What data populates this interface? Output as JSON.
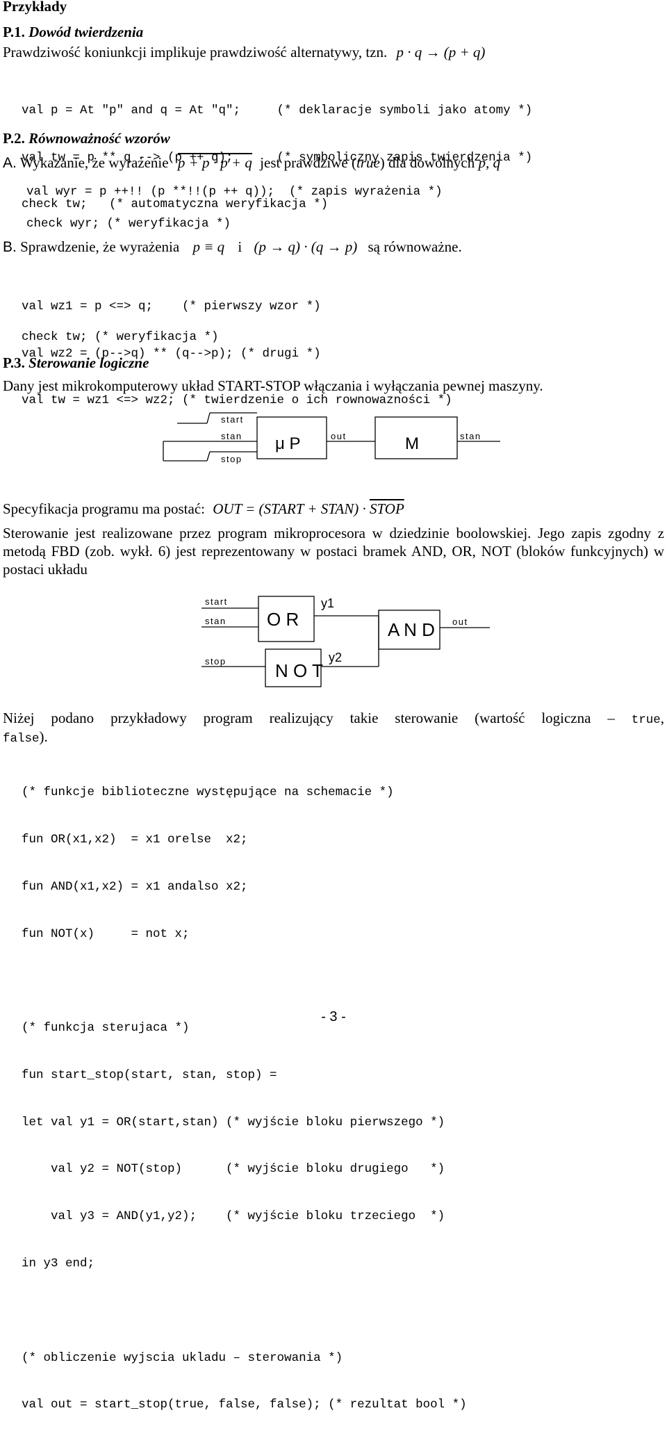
{
  "heading": "Przykłady",
  "p1": {
    "title_num": "P.1.",
    "title_text": "Dowód twierdzenia",
    "description": "Prawdziwość koniunkcji implikuje prawdziwość alternatywy, tzn.",
    "formula": "p · q → (p + q)",
    "code": [
      "val p = At \"p\" and q = At \"q\";     (* deklaracje symboli jako atomy *)",
      "val tw = p ** q --> (p ++ q);      (* symboliczny zapis twierdzenia *)",
      "check tw;   (* automatyczna weryfikacja *)"
    ]
  },
  "p2": {
    "title_num": "P.2.",
    "title_text": "Równoważność wzorów",
    "a_letter": "A.",
    "a_text_before": "Wykazanie, że wyrażenie",
    "a_formula_left": "p + p · ",
    "a_formula_right": "p + q",
    "a_text_middle": "jest prawdziwe (",
    "a_text_true": "true",
    "a_text_after": ") dla dowolnych",
    "a_vars": "p, q",
    "a_code_1": "val wyr = p ++!! (p **!!(p ++ q));  (* zapis wyrażenia *)",
    "a_code_2": "check wyr; (* weryfikacja *)",
    "b_letter": "B.",
    "b_text_before": "Sprawdzenie, że wyrażenia",
    "b_formula_1": "p ≡ q",
    "b_i": "i",
    "b_formula_2": "(p → q) · (q → p)",
    "b_text_after": "są równoważne.",
    "b_code": [
      "val wz1 = p <=> q;    (* pierwszy wzor *)",
      "val wz2 = (p-->q) ** (q-->p); (* drugi *)",
      "val tw = wz1 <=> wz2; (* twierdzenie o ich rownowazności *)"
    ],
    "b_check": "check tw; (* weryfikacja *)"
  },
  "p3": {
    "title_num": "P.3.",
    "title_text": "Sterowanie logiczne",
    "intro": "Dany jest mikrokomputerowy układ START-STOP włączania i wyłączania pewnej maszyny.",
    "diagram1": {
      "start": "start",
      "stan_in": "stan",
      "stop": "stop",
      "up_label": "μ P",
      "out": "out",
      "m_label": "M",
      "stan_out": "stan"
    },
    "spec_text": "Specyfikacja programu ma postać:",
    "spec_formula_left": "OUT = (START + STAN) · ",
    "spec_formula_stop": "STOP",
    "paragraph": "Sterowanie jest realizowane przez program mikroprocesora w dziedzinie boolowskiej. Jego zapis zgodny z metodą FBD (zob. wykł. 6) jest reprezentowany w postaci bramek AND, OR, NOT (bloków funkcyjnych) w postaci układu",
    "diagram2": {
      "start": "start",
      "stan": "stan",
      "stop": "stop",
      "or_label": "O R",
      "not_label": "N O T",
      "and_label": "A N D",
      "y1": "y1",
      "y2": "y2",
      "out": "out"
    },
    "prog_intro_1": "Niżej podano przykładowy program realizujący takie sterowanie (wartość logiczna –",
    "prog_true": "true",
    "prog_false": "false",
    "prog_end": ").",
    "code": [
      "(* funkcje biblioteczne występujące na schemacie *)",
      "fun OR(x1,x2)  = x1 orelse  x2;",
      "fun AND(x1,x2) = x1 andalso x2;",
      "fun NOT(x)     = not x;",
      "",
      "(* funkcja sterujaca *)",
      "fun start_stop(start, stan, stop) =",
      "let val y1 = OR(start,stan) (* wyjście bloku pierwszego *)",
      "    val y2 = NOT(stop)      (* wyjście bloku drugiego   *)",
      "    val y3 = AND(y1,y2);    (* wyjście bloku trzeciego  *)",
      "in y3 end;",
      "",
      "(* obliczenie wyjscia ukladu – sterowania *)",
      "val out = start_stop(true, false, false); (* rezultat bool *)"
    ]
  },
  "page_number": "- 3 -"
}
